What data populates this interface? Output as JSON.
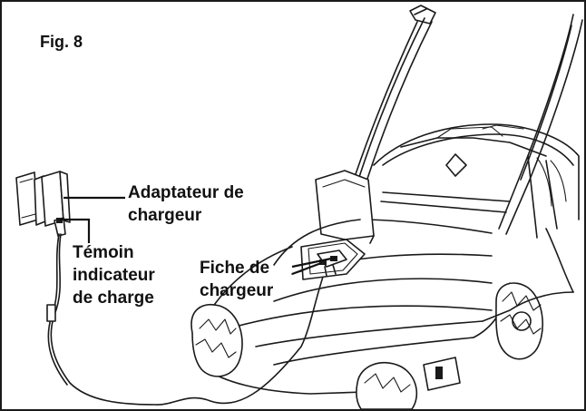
{
  "figure": {
    "title": "Fig. 8",
    "labels": {
      "adapter": [
        "Adaptateur de",
        "chargeur"
      ],
      "indicator": [
        "Témoin",
        "indicateur",
        "de charge"
      ],
      "plug": [
        "Fiche de",
        "chargeur"
      ]
    }
  },
  "icons": {
    "charger_adapter": "charger-adapter-icon",
    "lawn_mower": "lawn-mower-icon"
  }
}
